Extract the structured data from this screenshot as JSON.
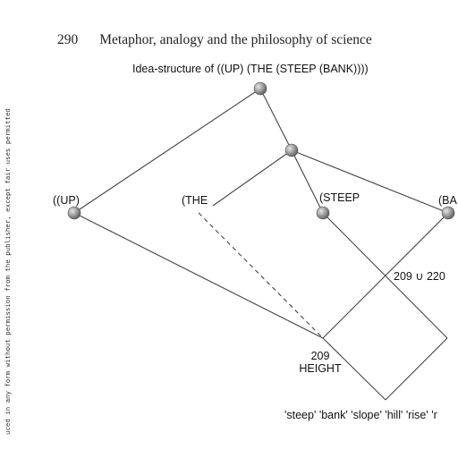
{
  "margin_notice": "uced in any form without permission from the publisher, except fair uses permitted",
  "header": {
    "page_number": "290",
    "running_title": "Metaphor, analogy and the philosophy of science"
  },
  "figure": {
    "caption": "Idea-structure of ((UP) (THE (STEEP (BANK))))",
    "labels": {
      "up": "((UP)",
      "the": "(THE",
      "steep": "(STEEP",
      "bank": "(BA",
      "intersection": "209 ∪ 220",
      "height_number": "209",
      "height_word": "HEIGHT",
      "bottom_words": "'steep' 'bank' 'slope' 'hill' 'rise' 'r"
    }
  }
}
